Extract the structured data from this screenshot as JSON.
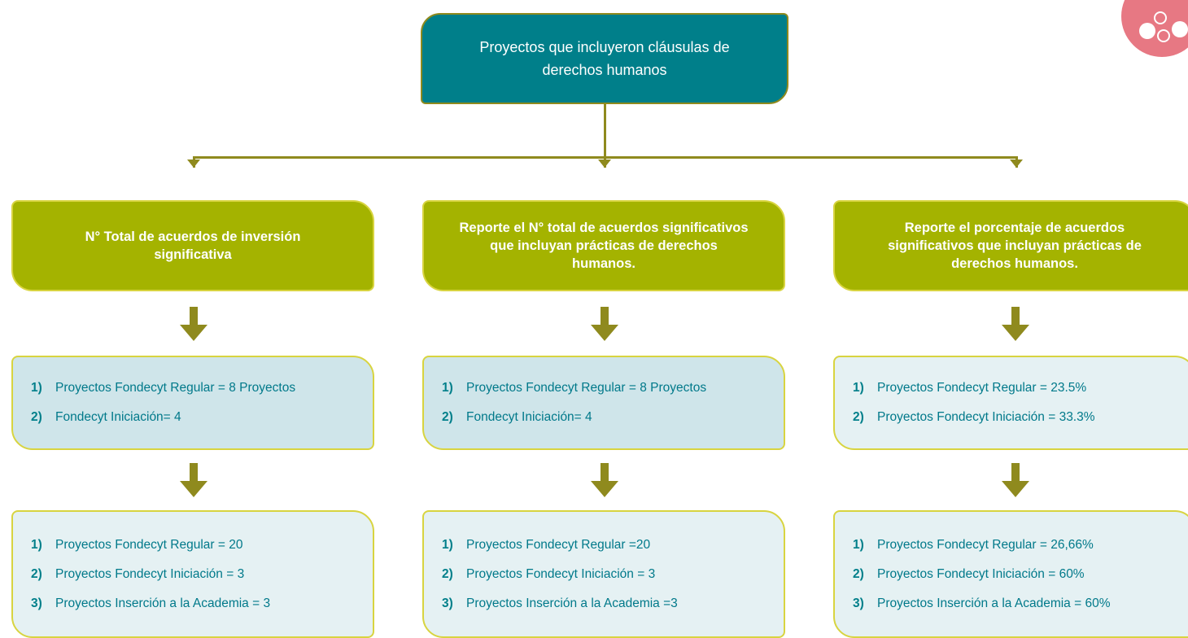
{
  "top": {
    "text": "Proyectos que incluyeron cláusulas de derechos humanos"
  },
  "columns": [
    {
      "heading": "N° Total de acuerdos de inversión significativa",
      "middle": [
        {
          "num": "1)",
          "text": "Proyectos Fondecyt Regular = 8 Proyectos"
        },
        {
          "num": "2)",
          "text": "Fondecyt Iniciación= 4"
        }
      ],
      "bottom": [
        {
          "num": "1)",
          "text": "Proyectos Fondecyt Regular = 20"
        },
        {
          "num": "2)",
          "text": "Proyectos Fondecyt Iniciación = 3"
        },
        {
          "num": "3)",
          "text": "Proyectos Inserción a la Academia = 3"
        }
      ]
    },
    {
      "heading": "Reporte el N° total de acuerdos significativos que incluyan prácticas de derechos humanos.",
      "middle": [
        {
          "num": "1)",
          "text": "Proyectos Fondecyt Regular = 8 Proyectos"
        },
        {
          "num": "2)",
          "text": "Fondecyt Iniciación= 4"
        }
      ],
      "bottom": [
        {
          "num": "1)",
          "text": "Proyectos Fondecyt Regular =20"
        },
        {
          "num": "2)",
          "text": "Proyectos Fondecyt Iniciación = 3"
        },
        {
          "num": "3)",
          "text": "Proyectos Inserción a la Academia =3"
        }
      ]
    },
    {
      "heading": "Reporte el porcentaje de acuerdos significativos que incluyan prácticas de derechos humanos.",
      "middle": [
        {
          "num": "1)",
          "text": "Proyectos Fondecyt Regular = 23.5%"
        },
        {
          "num": "2)",
          "text": "Proyectos Fondecyt Iniciación = 33.3%"
        }
      ],
      "bottom": [
        {
          "num": "1)",
          "text": "Proyectos Fondecyt Regular = 26,66%"
        },
        {
          "num": "2)",
          "text": "Proyectos Fondecyt Iniciación = 60%"
        },
        {
          "num": "3)",
          "text": "Proyectos Inserción a la Academia = 60%"
        }
      ]
    }
  ],
  "colors": {
    "teal": "#007f8a",
    "olive_green": "#a4b300",
    "connector": "#8f8a1e",
    "light_blue": "#cfe5ea",
    "pale_blue": "#e5f1f3",
    "logo_pink": "#e77883"
  }
}
